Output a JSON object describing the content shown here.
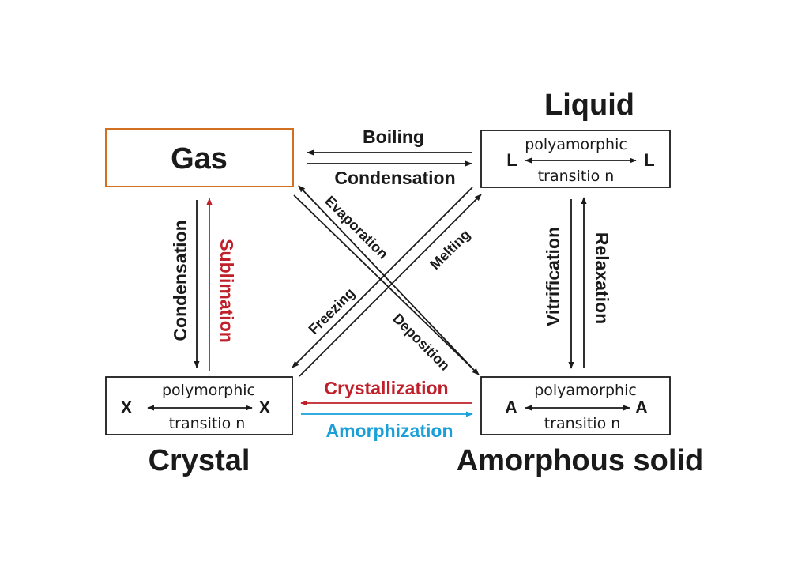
{
  "colors": {
    "text": "#1a1a1a",
    "gas_box_border": "#d07020",
    "red": "#c0202a",
    "blue": "#1a9fd8"
  },
  "states": {
    "gas": "Gas",
    "liquid": "Liquid",
    "crystal": "Crystal",
    "amorphous": "Amorphous solid"
  },
  "boxes": {
    "liquid": {
      "top": "polyamorphic",
      "bottom": "transitio n",
      "left": "L",
      "right": "L"
    },
    "crystal": {
      "top": "polymorphic",
      "bottom": "transitio n",
      "left": "X",
      "right": "X"
    },
    "amorphous": {
      "top": "polyamorphic",
      "bottom": "transitio n",
      "left": "A",
      "right": "A"
    }
  },
  "transitions": {
    "boiling": "Boiling",
    "condensation_top": "Condensation",
    "condensation_left": "Condensation",
    "sublimation": "Sublimation",
    "evaporation": "Evaporation",
    "deposition": "Deposition",
    "melting": "Melting",
    "freezing": "Freezing",
    "vitrification": "Vitrification",
    "relaxation": "Relaxation",
    "crystallization": "Crystallization",
    "amorphization": "Amorphization"
  }
}
